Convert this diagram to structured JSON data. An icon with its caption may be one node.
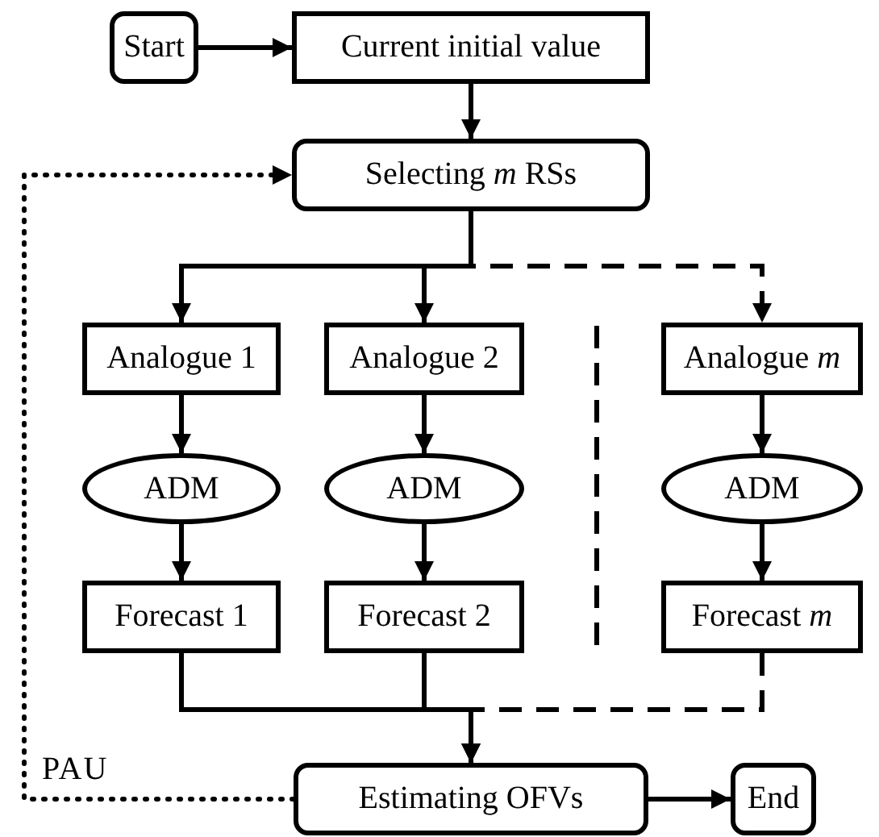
{
  "diagram": {
    "nodes": [
      {
        "text": [
          "Start"
        ]
      },
      {
        "text": [
          "Current initial value"
        ]
      },
      {
        "text": [
          "Selecting *m* RSs"
        ]
      },
      {
        "text": [
          "Analogue 1"
        ]
      },
      {
        "text": [
          "Analogue 2"
        ]
      },
      {
        "text": [
          "Analogue *m*"
        ]
      },
      {
        "text": [
          "ADM"
        ]
      },
      {
        "text": [
          "ADM"
        ]
      },
      {
        "text": [
          "ADM"
        ]
      },
      {
        "text": [
          "Forecast 1"
        ]
      },
      {
        "text": [
          "Forecast 2"
        ]
      },
      {
        "text": [
          "Forecast *m*"
        ]
      },
      {
        "text": [
          "Estimating OFVs"
        ]
      },
      {
        "text": [
          "End"
        ]
      }
    ],
    "edges": [
      {
        "from": 0,
        "to": 1,
        "arrow": "to"
      },
      {
        "from": 1,
        "to": 2,
        "arrow": "to"
      },
      {
        "from": 2,
        "to": 3,
        "arrow": "to"
      },
      {
        "from": 2,
        "to": 4,
        "arrow": "to"
      },
      {
        "from": 2,
        "to": 5,
        "arrow": "to",
        "style": "dashed"
      },
      {
        "from": 3,
        "to": 6,
        "arrow": "to"
      },
      {
        "from": 4,
        "to": 7,
        "arrow": "to"
      },
      {
        "from": 5,
        "to": 8,
        "arrow": "to"
      },
      {
        "from": 6,
        "to": 9,
        "arrow": "to"
      },
      {
        "from": 7,
        "to": 10,
        "arrow": "to"
      },
      {
        "from": 8,
        "to": 11,
        "arrow": "to"
      },
      {
        "from": 9,
        "to": 12,
        "arrow": "to"
      },
      {
        "from": 10,
        "to": 12,
        "arrow": "to"
      },
      {
        "from": 11,
        "to": 12,
        "arrow": "to",
        "style": "dashed"
      },
      {
        "from": 12,
        "to": 13,
        "arrow": "to"
      },
      {
        "from": 12,
        "to": 2,
        "arrow": "to",
        "label": "PAU",
        "style": "dashed"
      }
    ]
  }
}
